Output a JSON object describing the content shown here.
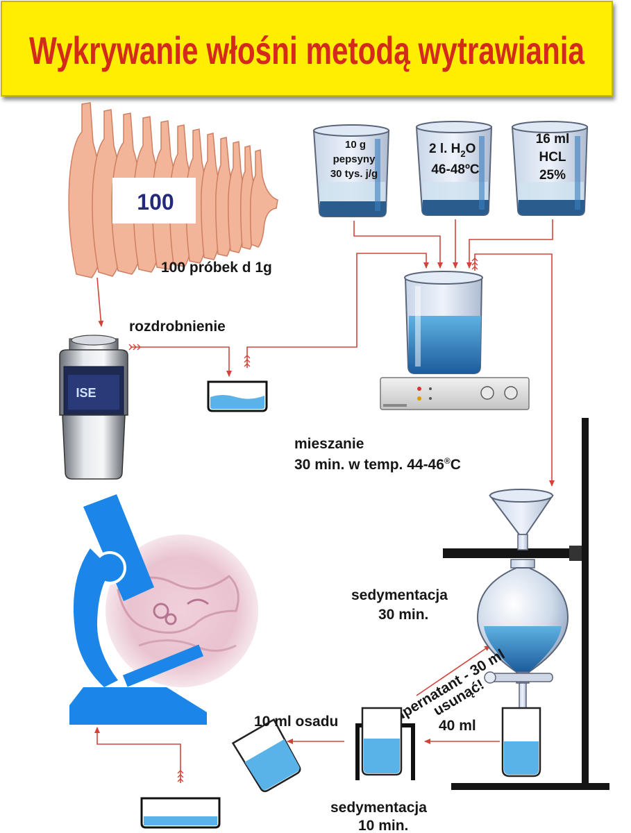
{
  "title": "Wykrywanie włośni metodą wytrawiania",
  "carcass": {
    "count": "100",
    "samples_label": "100 próbek d 1g"
  },
  "reagents": [
    {
      "line1": "10 g",
      "line2": "pepsyny",
      "line3": "30 tys. j/g"
    },
    {
      "line1": "2 l. H",
      "sub": "2",
      "line1_end": "O",
      "line2": "46-48ºC"
    },
    {
      "line1": "16 ml",
      "line2": "HCL",
      "line3": "25%"
    }
  ],
  "steps": {
    "grinding": "rozdrobnienie",
    "mixing_1": "mieszanie",
    "mixing_2": "30 min. w temp. 44-46",
    "mixing_unit": "®",
    "mixing_unit_end": "C",
    "sedimentation_1a": "sedymentacja",
    "sedimentation_1b": "30 min.",
    "supernatant_1": "supernatant - 30 ml",
    "supernatant_2": "usunąć!",
    "volume_40": "40 ml",
    "sediment_10": "10 ml osadu",
    "sedimentation_2a": "sedymentacja",
    "sedimentation_2b": "10 min."
  },
  "grinder_badge": "ISE",
  "colors": {
    "title_bg": "#ffee00",
    "title_text": "#d42a1c",
    "arrow": "#d2433a",
    "liquid": "#2f86c4",
    "microscope": "#1b86e8",
    "meat": "#f2b59a"
  }
}
